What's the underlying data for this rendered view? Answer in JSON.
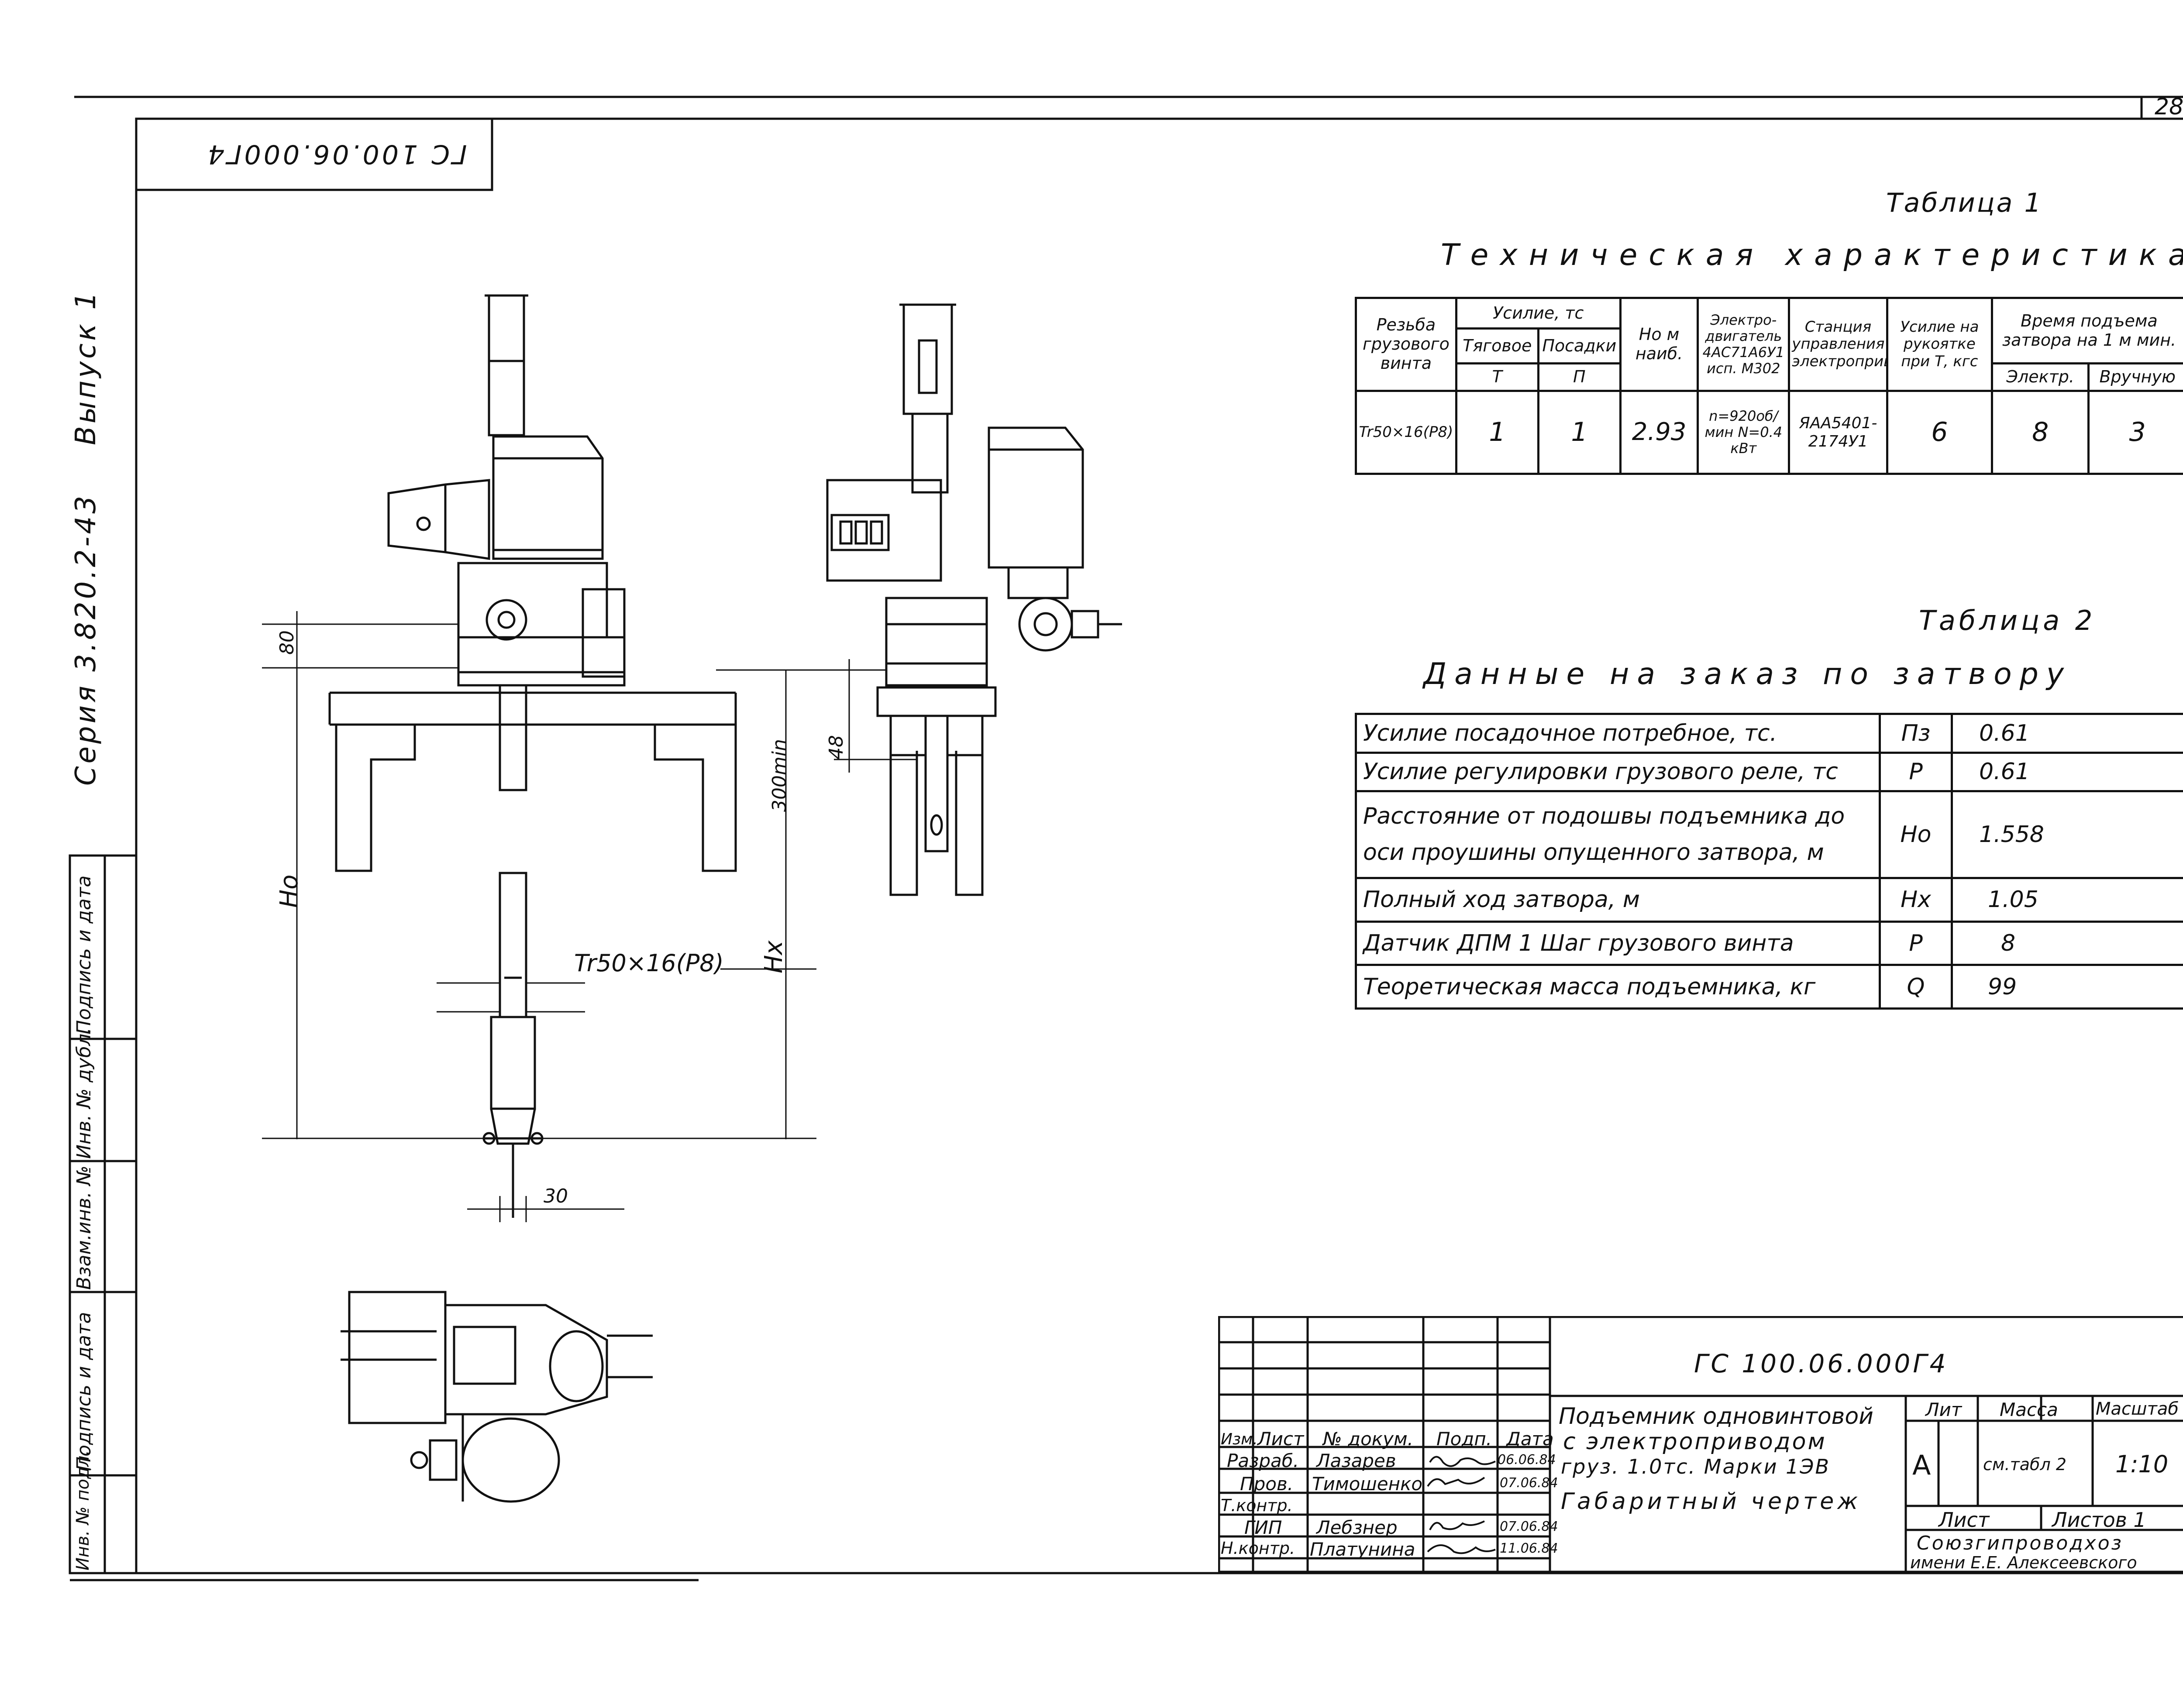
{
  "sheet": {
    "number": "28",
    "stamp_code": "ГС 100.06.000Г4",
    "series_label": "Серия 3.820.2-43",
    "issue_label": "Выпуск 1",
    "side_fields": [
      "Подпись и дата",
      "Инв. № дубл.",
      "Взам.инв. №",
      "Подпись и дата",
      "Инв. № подл."
    ]
  },
  "table1": {
    "caption": "Таблица 1",
    "title": "Техническая характеристика",
    "headers": {
      "thread": "Резьба грузового винта",
      "force_group": "Усилие, тс",
      "force_pull": "Тяговое",
      "force_pull_sym": "Т",
      "force_seat": "Посадки",
      "force_seat_sym": "П",
      "height": "Но м наиб.",
      "motor": "Электро-двигатель 4АС71А6У1 исп. М302",
      "station": "Станция управления электроприводом",
      "handle": "Усилие на рукоятке при Т, кгс",
      "time_group": "Время подъема затвора на 1 м мин.",
      "time_electric": "Электр.",
      "time_manual": "Вручную"
    },
    "row": {
      "thread": "Tr50×16(P8)",
      "force_pull": "1",
      "force_seat": "1",
      "height": "2.93",
      "motor": "n=920об/мин N=0.4 кВт",
      "station": "ЯАА5401-2174У1",
      "handle": "6",
      "time_electric": "8",
      "time_manual": "3"
    }
  },
  "table2": {
    "caption": "Таблица 2",
    "title": "Данные на заказ по затвору",
    "rows": [
      {
        "label": "Усилие посадочное потребное, тс.",
        "symbol": "Пз",
        "value": "0.61"
      },
      {
        "label": "Усилие регулировки грузового реле, тс",
        "symbol": "P",
        "value": "0.61"
      },
      {
        "label": "Расстояние от подошвы подъемника до оси проушины опущенного затвора, м",
        "symbol": "Но",
        "value": "1.558"
      },
      {
        "label": "Полный ход затвора, м",
        "symbol": "Нх",
        "value": "1.05"
      },
      {
        "label": "Датчик ДПМ 1 Шаг грузового винта",
        "symbol": "P",
        "value": "8"
      },
      {
        "label": "Теоретическая масса подъемника, кг",
        "symbol": "Q",
        "value": "99"
      }
    ]
  },
  "drawing": {
    "dim_80": "80",
    "dim_ho": "Но",
    "dim_hx": "Нх",
    "dim_30": "30",
    "dim_48": "48",
    "dim_300": "300min",
    "thread_label": "Tr50×16(P8)"
  },
  "title_block": {
    "code": "ГС 100.06.000Г4",
    "name_line1": "Подъемник одновинтовой",
    "name_line2": "с электроприводом",
    "name_line3": "груз. 1.0тс. Марки 1ЭВ",
    "doc_type": "Габаритный чертеж",
    "col_headers": [
      "Изм.",
      "Лист",
      "№ докум.",
      "Подп.",
      "Дата"
    ],
    "staff": [
      {
        "role": "Разраб.",
        "name": "Лазарев",
        "date": "06.06.84"
      },
      {
        "role": "Пров.",
        "name": "Тимошенко",
        "date": "07.06.84"
      },
      {
        "role": "Т.контр.",
        "name": "",
        "date": ""
      },
      {
        "role": "ГИП",
        "name": "Лебзнер",
        "date": "07.06.84"
      },
      {
        "role": "Н.контр.",
        "name": "Платунина",
        "date": "11.06.84"
      }
    ],
    "lit_label": "Лит",
    "lit_value": "А",
    "mass_label": "Масса",
    "mass_value": "см.табл 2",
    "scale_label": "Масштаб",
    "scale_value": "1:10",
    "sheet_label": "Лист",
    "sheets_label": "Листов 1",
    "org_line1": "Союзгипроводхоз",
    "org_line2": "имени Е.Е. Алексеевского"
  }
}
